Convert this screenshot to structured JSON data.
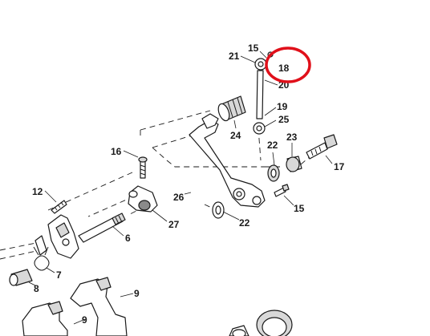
{
  "diagram": {
    "callouts": {
      "c15a": "15",
      "c21": "21",
      "c18": "18",
      "c20": "20",
      "c19": "19",
      "c25": "25",
      "c24": "24",
      "c22a": "22",
      "c23": "23",
      "c17": "17",
      "c16": "16",
      "c12": "12",
      "c26": "26",
      "c22b": "22",
      "c15b": "15",
      "c27": "27",
      "c6": "6",
      "c7": "7",
      "c8": "8",
      "c9a": "9",
      "c9b": "9"
    },
    "highlight_color": "#e0101a",
    "highlighted_callout": "18"
  }
}
